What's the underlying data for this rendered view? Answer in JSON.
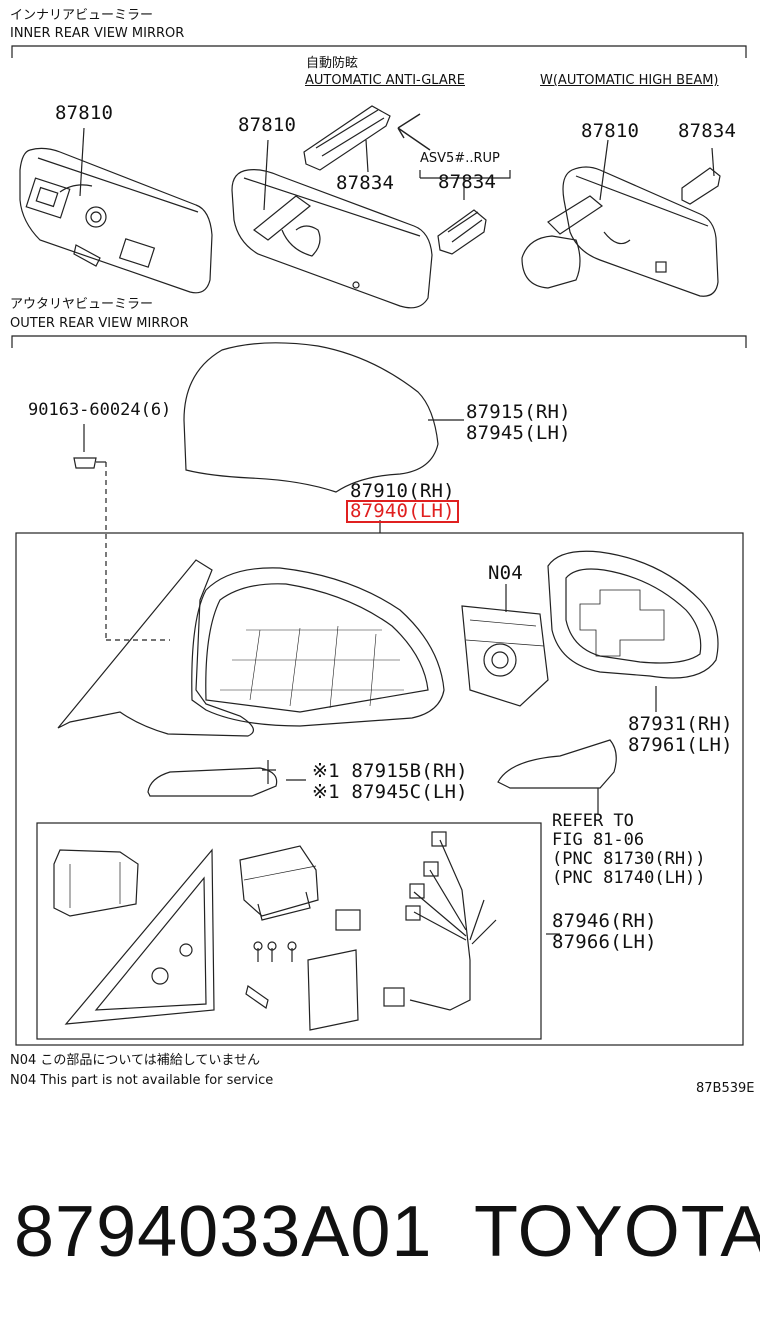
{
  "headings": {
    "inner_jp": "インナリアビューミラー",
    "inner_en": "INNER REAR VIEW MIRROR",
    "outer_jp": "アウタリヤビューミラー",
    "outer_en": "OUTER REAR VIEW MIRROR"
  },
  "inner": {
    "auto_antiglare_jp": "自動防眩",
    "auto_antiglare_en": "AUTOMATIC ANTI-GLARE",
    "auto_highbeam": "W(AUTOMATIC HIGH BEAM)",
    "asv_note": "ASV5#..RUP",
    "labels": [
      "87810",
      "87810",
      "87834",
      "87834",
      "87810",
      "87834"
    ]
  },
  "outer": {
    "bolt": "90163-60024(6)",
    "cover_rh": "87915(RH)",
    "cover_lh": "87945(LH)",
    "assy_rh": "87910(RH)",
    "assy_lh": "87940(LH)",
    "n04": "N04",
    "glass_rh": "87931(RH)",
    "glass_lh": "87961(LH)",
    "cover2_rh": "※1 87915B(RH)",
    "cover2_lh": "※1 87945C(LH)",
    "refer": [
      "REFER TO",
      "FIG 81-06",
      "(PNC 81730(RH))",
      "(PNC 81740(LH))"
    ],
    "harness_rh": "87946(RH)",
    "harness_lh": "87966(LH)"
  },
  "notes": {
    "jp": "N04 この部品については補給していません",
    "en": "N04 This part is not available for service",
    "code": "87B539E"
  },
  "footer": {
    "part_number": "8794033A01",
    "brand": "TOYOTA"
  },
  "colors": {
    "highlight": "#e02020",
    "line": "#222222"
  }
}
